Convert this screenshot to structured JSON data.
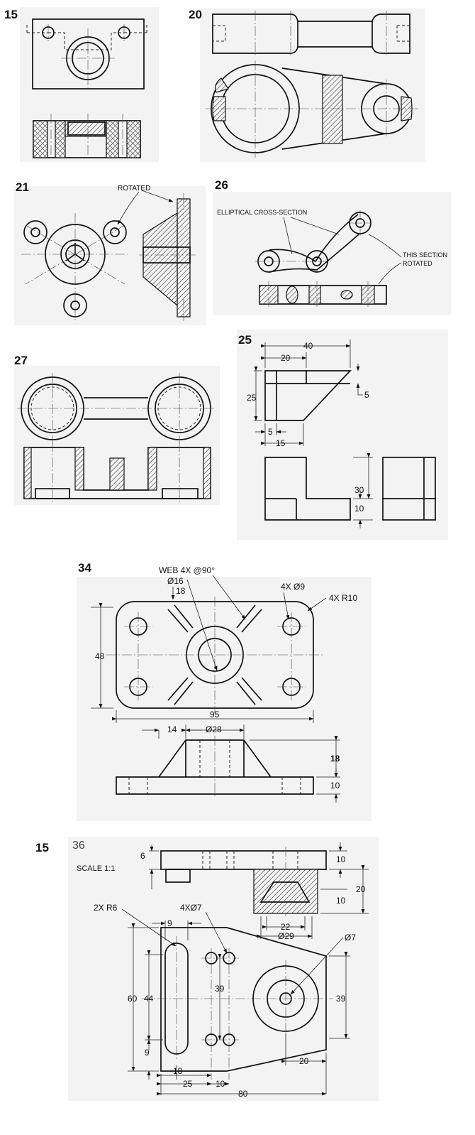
{
  "problems": {
    "p15a": {
      "number": "15"
    },
    "p20": {
      "number": "20"
    },
    "p21": {
      "number": "21",
      "note_rotated": "ROTATED"
    },
    "p26": {
      "number": "26",
      "note_elliptical": "ELLIPTICAL CROSS-SECTION",
      "note_section_1": "THIS SECTION",
      "note_section_2": "ROTATED"
    },
    "p27": {
      "number": "27"
    },
    "p25": {
      "number": "25",
      "dims": {
        "d40": "40",
        "d20": "20",
        "d25": "25",
        "d5a": "5",
        "d5b": "5",
        "d15": "15",
        "d30": "30",
        "d10": "10"
      }
    },
    "p34": {
      "number": "34",
      "notes": {
        "web": "WEB 4X @90°",
        "dia16": "Ø16",
        "depth18": "18",
        "holes": "4X Ø9",
        "radius": "4X R10"
      },
      "dims": {
        "d48": "48",
        "d95": "95",
        "d14": "14",
        "dia28": "Ø28",
        "d18": "18",
        "d10": "10"
      }
    },
    "p36": {
      "number": "15",
      "alt_number": "36",
      "scale": "SCALE 1:1",
      "notes": {
        "slot": "2X R6",
        "holes": "4XØ7",
        "bore": "Ø7"
      },
      "dims": {
        "d6": "6",
        "d10a": "10",
        "d20": "20",
        "d10b": "10",
        "d22": "22",
        "dia29": "Ø29",
        "d9a": "9",
        "d60": "60",
        "d44": "44",
        "d9b": "9",
        "d39a": "39",
        "d39b": "39",
        "d20b": "20",
        "d18": "18",
        "d25": "25",
        "d10c": "10",
        "d80": "80"
      }
    }
  },
  "colors": {
    "background": "#ffffff",
    "panel": "#f3f3f3",
    "ink": "#111111"
  }
}
